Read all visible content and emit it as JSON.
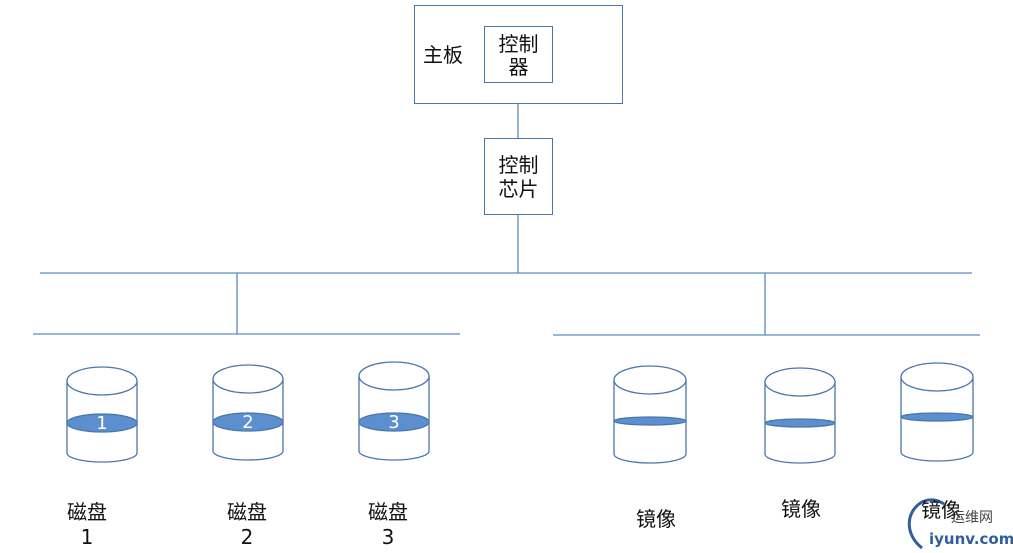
{
  "mainboard": {
    "label": "主板"
  },
  "controller": {
    "line1": "控制",
    "line2": "器"
  },
  "control_chip": {
    "line1": "控制",
    "line2": "芯片"
  },
  "disks": [
    {
      "number": "1",
      "label": "磁盘",
      "label_num": "1"
    },
    {
      "number": "2",
      "label": "磁盘",
      "label_num": "2"
    },
    {
      "number": "3",
      "label": "磁盘",
      "label_num": "3"
    }
  ],
  "mirrors": [
    {
      "label": "镜像"
    },
    {
      "label": "镜像"
    },
    {
      "label": "镜像"
    }
  ],
  "watermark": {
    "line1": "运维网",
    "line2": "iyunv.com"
  },
  "colors": {
    "line": "#4a77a8",
    "fill": "#5b8fd0"
  }
}
